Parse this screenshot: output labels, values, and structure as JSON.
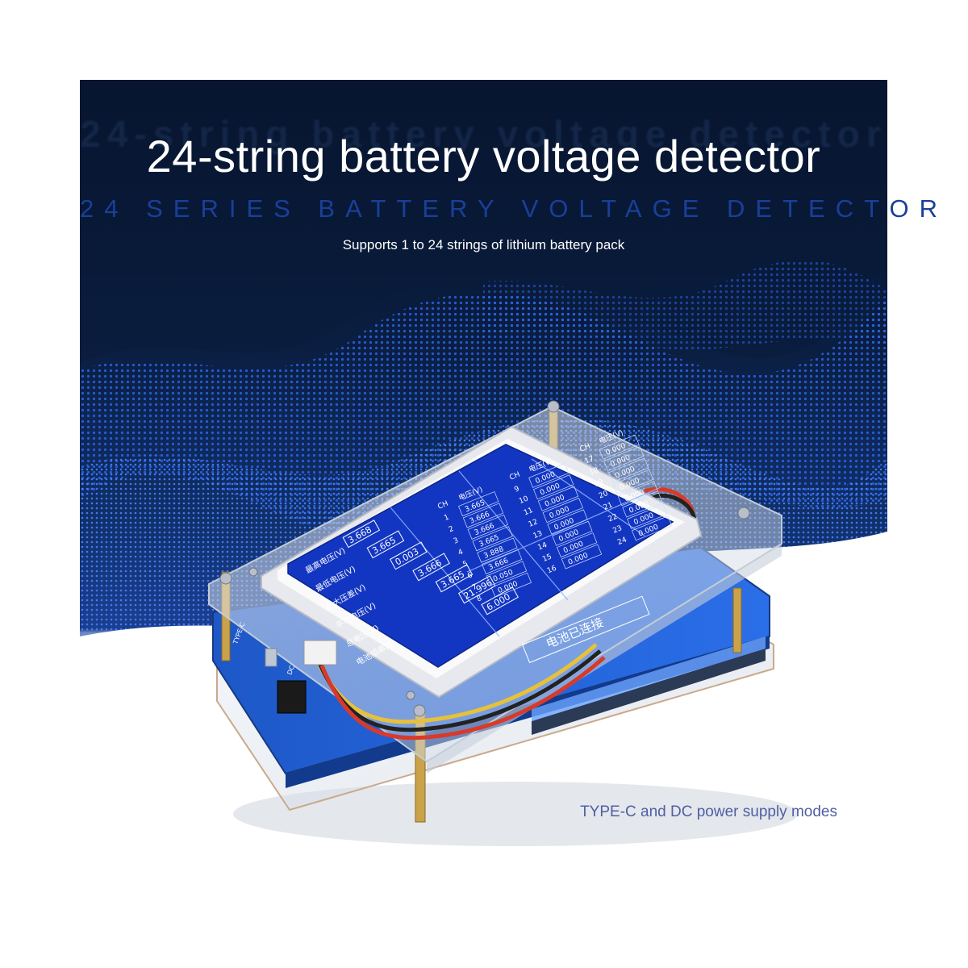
{
  "title": "24-string battery voltage detector",
  "subtitle_en": "24 SERIES BATTERY VOLTAGE DETECTOR",
  "support_text": "Supports 1 to 24 strings of lithium battery pack",
  "power_text": "TYPE-C and DC power supply modes",
  "screen": {
    "summary_labels": [
      "最高电压(V)",
      "最低电压(V)",
      "最大压差(V)",
      "平均电压(V)",
      "总电压(V)",
      "电池组串数"
    ],
    "summary_values": [
      "3.668",
      "3.665",
      "0.003",
      "3.666",
      "3.665",
      "21.996",
      "6.000"
    ],
    "header_ch": "CH",
    "header_volt": "电压(V)",
    "col1_ch": [
      "1",
      "2",
      "3",
      "4",
      "5",
      "6",
      "7",
      "8"
    ],
    "col1_volt": [
      "3.665",
      "3.666",
      "3.666",
      "3.665",
      "3.888",
      "3.666",
      "0.050",
      "0.000"
    ],
    "col2_ch": [
      "9",
      "10",
      "11",
      "12",
      "13",
      "14",
      "15",
      "16"
    ],
    "col2_volt": [
      "0.000",
      "0.000",
      "0.000",
      "0.000",
      "0.000",
      "0.000",
      "0.000",
      "0.000"
    ],
    "col3_ch": [
      "17",
      "18",
      "19",
      "20",
      "21",
      "22",
      "23",
      "24"
    ],
    "col3_volt": [
      "0.000",
      "0.000",
      "0.000",
      "0.000",
      "0.000",
      "0.000",
      "0.000",
      "0.000"
    ],
    "status": "电池已连接"
  },
  "board_label_usb": "TYPE-C",
  "board_label_dc": "DC",
  "colors": {
    "background_dark": "#07152f",
    "title": "#ffffff",
    "subtitle": "#1a3f9a",
    "screen_blue": "#1336c2",
    "power_text": "#4f5fa3"
  }
}
